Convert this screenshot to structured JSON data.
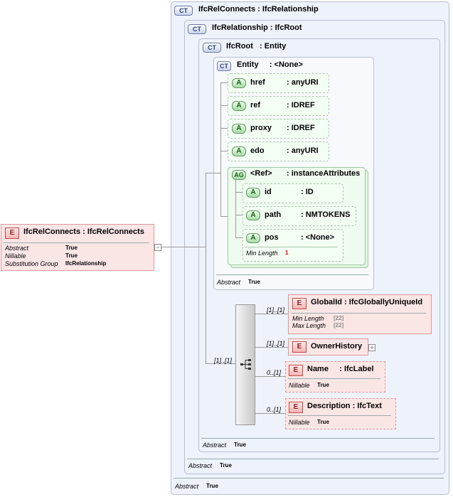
{
  "colors": {
    "complex_type": "#eef2fb",
    "attribute": "#f4fff4",
    "element": "#fbe6e6"
  },
  "root_element": {
    "badge": "E",
    "title": "IfcRelConnects : IfcRelConnects",
    "props": [
      {
        "key": "Abstract",
        "value": "True"
      },
      {
        "key": "Nillable",
        "value": "True"
      },
      {
        "key": "Substitution Group",
        "value": "IfcRelationship"
      }
    ],
    "expand_symbol": "−"
  },
  "ct_rel_connects": {
    "badge": "CT",
    "title": "IfcRelConnects : IfcRelationship",
    "footer_key": "Abstract",
    "footer_value": "True"
  },
  "ct_relationship": {
    "badge": "CT",
    "title": "IfcRelationship : IfcRoot",
    "footer_key": "Abstract",
    "footer_value": "True"
  },
  "ct_root": {
    "badge": "CT",
    "title": "IfcRoot   : Entity",
    "footer_key": "Abstract",
    "footer_value": "True"
  },
  "ct_entity": {
    "badge": "CT",
    "title": "Entity     : <None>",
    "footer_key": "Abstract",
    "footer_value": "True"
  },
  "attributes": [
    {
      "badge": "A",
      "name": "href",
      "type": ": anyURI"
    },
    {
      "badge": "A",
      "name": "ref",
      "type": ": IDREF"
    },
    {
      "badge": "A",
      "name": "proxy",
      "type": ": IDREF"
    },
    {
      "badge": "A",
      "name": "edo",
      "type": ": anyURI"
    }
  ],
  "attribute_group": {
    "badge": "AG",
    "name": "<Ref>",
    "type": ": instanceAttributes",
    "attributes": [
      {
        "badge": "A",
        "name": "id",
        "type": ": ID"
      },
      {
        "badge": "A",
        "name": "path",
        "type": ": NMTOKENS"
      },
      {
        "badge": "A",
        "name": "pos",
        "type": ": <None>",
        "prop_key": "Min Length",
        "prop_value": "1"
      }
    ]
  },
  "sequence": {
    "multiplicity": "[1]..[1]"
  },
  "children": [
    {
      "badge": "E",
      "title": "GlobalId : IfcGloballyUniqueId",
      "multiplicity": "[1]..[1]",
      "props": [
        {
          "key": "Min Length",
          "value": "[22]"
        },
        {
          "key": "Max Length",
          "value": "[22]"
        }
      ]
    },
    {
      "badge": "E",
      "title": "OwnerHistory",
      "multiplicity": "[1]..[1]",
      "expand_symbol": "+"
    },
    {
      "badge": "E",
      "title": "Name     : IfcLabel",
      "multiplicity": "0..[1]",
      "props": [
        {
          "key": "Nillable",
          "value": "True"
        }
      ]
    },
    {
      "badge": "E",
      "title": "Description : IfcText",
      "multiplicity": "0..[1]",
      "props": [
        {
          "key": "Nillable",
          "value": "True"
        }
      ]
    }
  ]
}
